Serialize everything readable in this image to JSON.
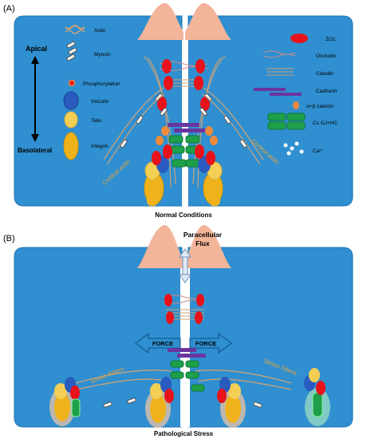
{
  "panel_a": {
    "label": "(A)",
    "caption": "Normal Conditions",
    "apical": "Apical",
    "basolateral": "Basolateral",
    "cortical_actin_left": "Cortical actin",
    "cortical_actin_right": "Cortical actin",
    "legend_left": [
      {
        "name": "actin",
        "label": "Actin"
      },
      {
        "name": "myosin",
        "label": "Myosin"
      },
      {
        "name": "phosphorylation",
        "label": "Phosphorylation"
      },
      {
        "name": "vinculin",
        "label": "Vinculin"
      },
      {
        "name": "talin",
        "label": "Talin"
      },
      {
        "name": "integrin",
        "label": "Integrin"
      }
    ],
    "legend_right": [
      {
        "name": "zo1",
        "label": "ZO1"
      },
      {
        "name": "occludin",
        "label": "Occludin"
      },
      {
        "name": "claudin",
        "label": "Claudin"
      },
      {
        "name": "cadherin",
        "label": "Cadherin"
      },
      {
        "name": "catenin",
        "label": "α+β catenin"
      },
      {
        "name": "connexin",
        "label": "Cx GJ+HC"
      },
      {
        "name": "calcium",
        "label": "Ca²⁺"
      }
    ]
  },
  "panel_b": {
    "label": "(B)",
    "caption": "Pathological Stress",
    "flux_label_1": "Paracellular",
    "flux_label_2": "Flux",
    "force_left": "FORCE",
    "force_right": "FORCE",
    "stress_left": "Stress Fibers",
    "stress_right": "Stress Fibers"
  },
  "colors": {
    "cell": "#2f8fd0",
    "cell_edge": "#2277b3",
    "apical_bump": "#f2b59a",
    "zo1": "#e8121a",
    "cadherin": "#6a35a0",
    "catenin": "#ee8a3a",
    "connexin": "#1ea04a",
    "vinculin": "#2a5bbf",
    "talin": "#f3cf55",
    "integrin": "#f0b21b",
    "actin": "#c9a27a",
    "caption_text": "#000000",
    "orange_label": "#f0a437"
  }
}
